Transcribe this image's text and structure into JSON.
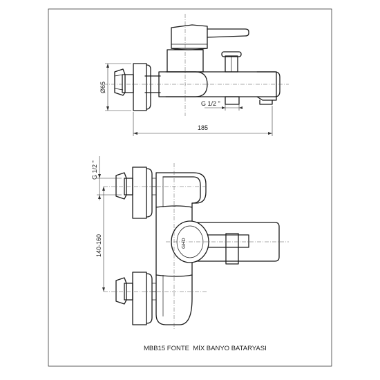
{
  "caption": "MBB15 FONTE  MİX BANYO BATARYASI",
  "dimensions": {
    "diameter": "Ø65",
    "thread_side": "G 1/2 \"",
    "length": "185",
    "thread_top": "G 1/2 \"",
    "center_distance": "140-160"
  },
  "logo_text": "GHD"
}
